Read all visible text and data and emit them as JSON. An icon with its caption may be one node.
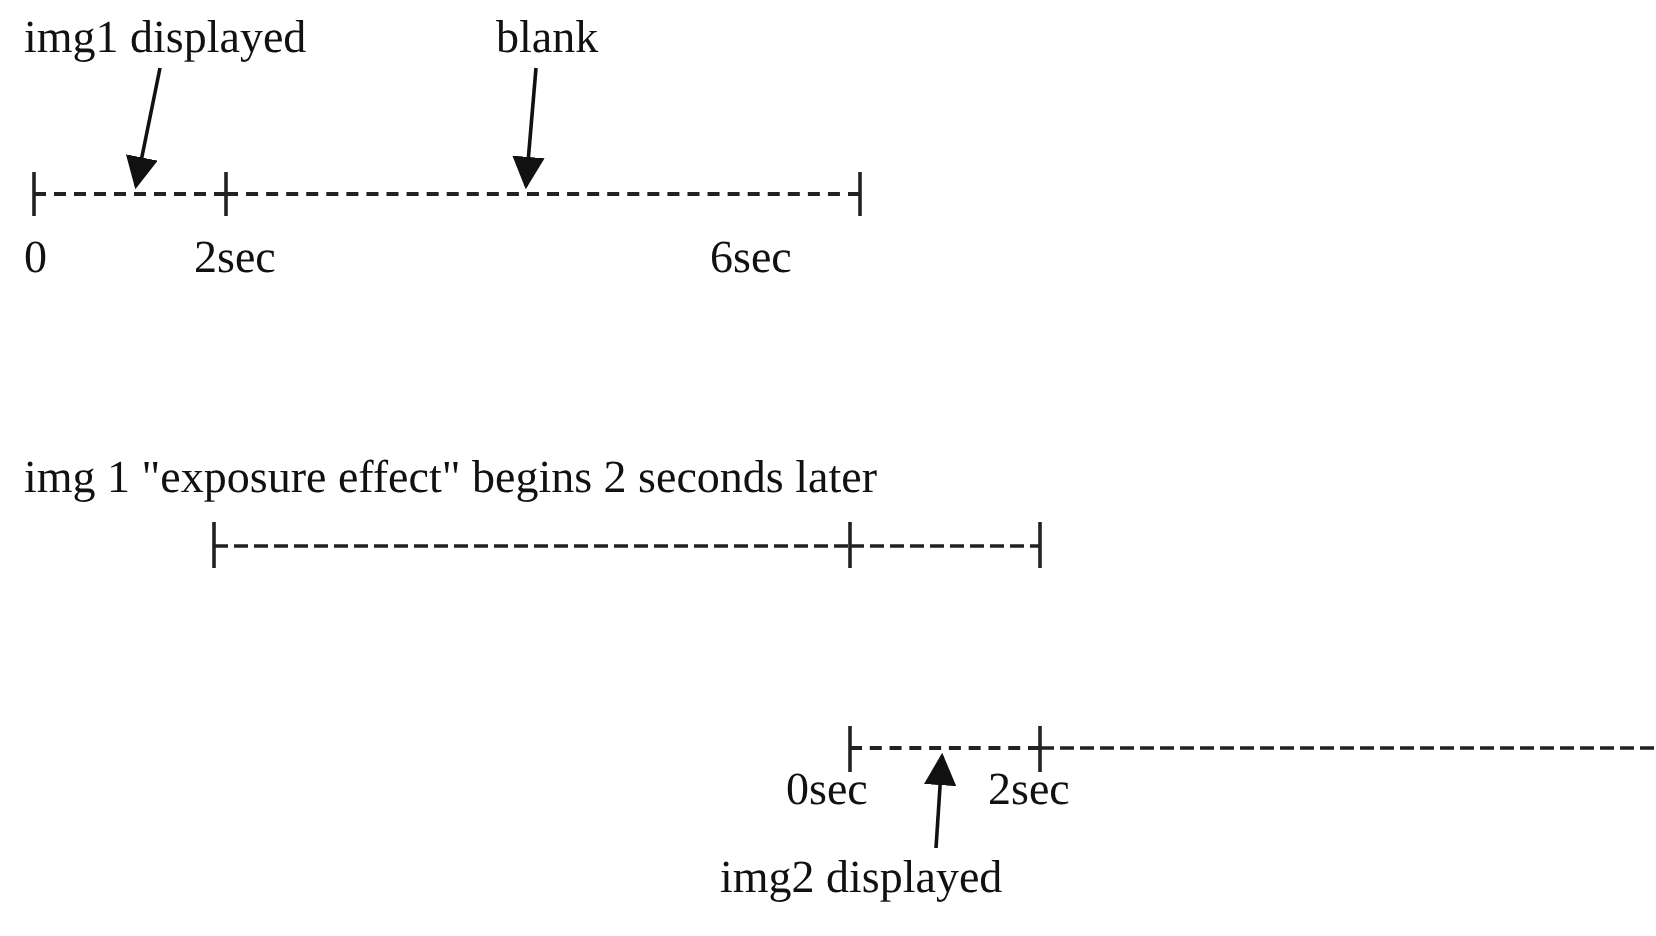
{
  "diagram": {
    "nodes": [
      {
        "text": [
          "img1 displayed"
        ]
      },
      {
        "text": [
          "blank"
        ]
      },
      {
        "text": [],
        "shape": "bar"
      },
      {
        "text": [],
        "shape": "bar"
      },
      {
        "text": [
          "img2 displayed"
        ]
      },
      {
        "text": [],
        "shape": "bar"
      }
    ],
    "edges": [
      {
        "from": 0,
        "to": 2,
        "arrow": "to"
      },
      {
        "from": 1,
        "to": 3,
        "arrow": "to"
      },
      {
        "from": 4,
        "to": 5,
        "arrow": "to"
      }
    ],
    "labels": [
      "0",
      "2sec",
      "6sec",
      "img 1 \"exposure effect\" begins 2 seconds later",
      "0sec",
      "2sec"
    ]
  }
}
